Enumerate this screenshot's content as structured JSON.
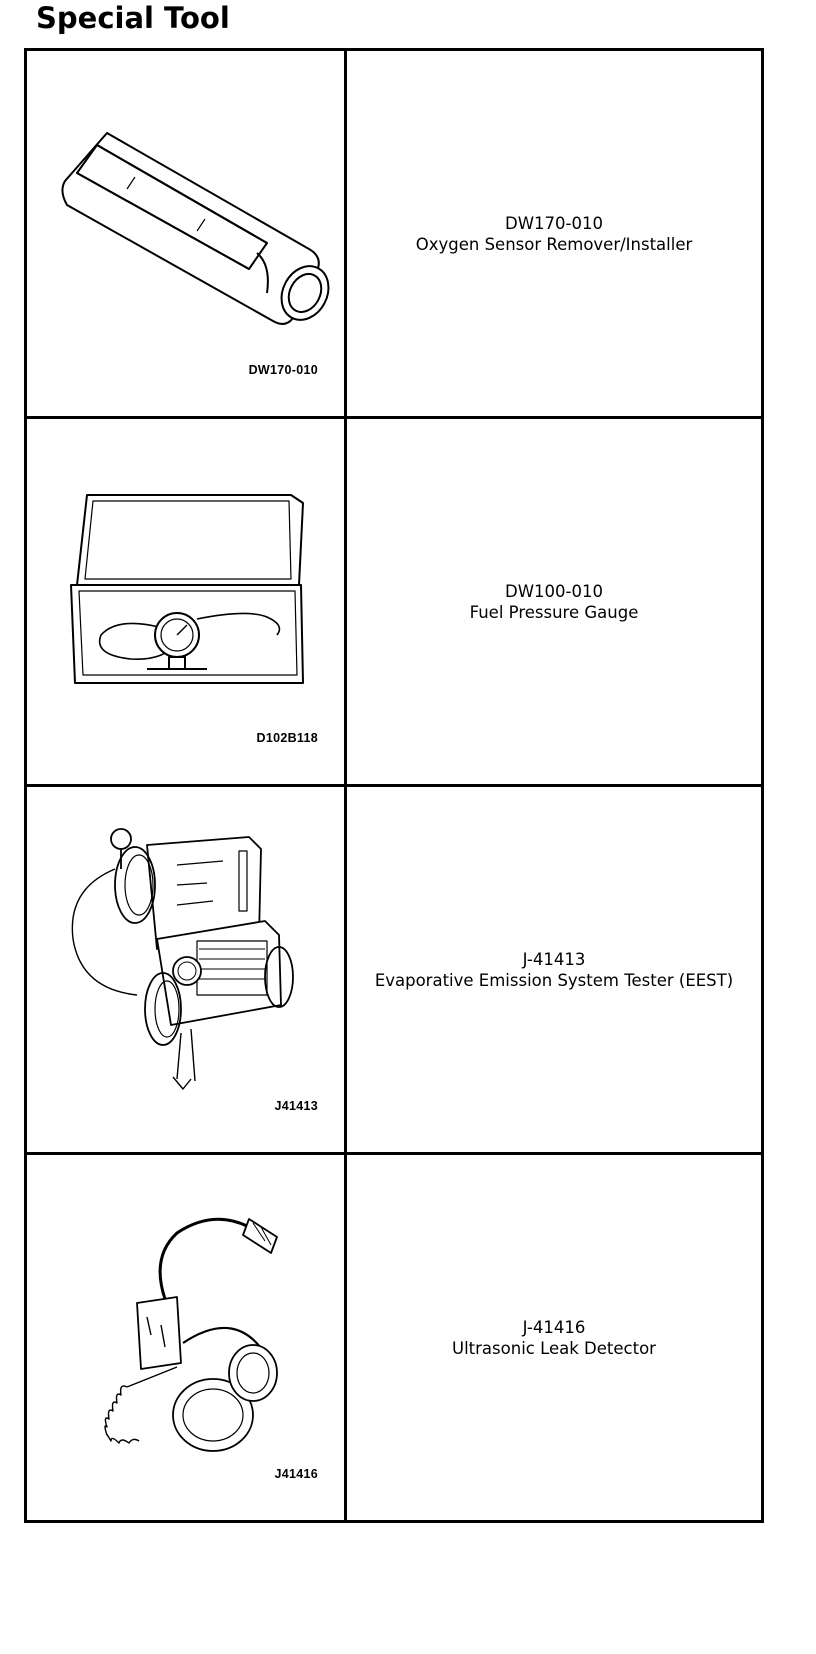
{
  "title": "Special Tool",
  "tools": [
    {
      "figure_code": "DW170-010",
      "part_number": "DW170-010",
      "description": "Oxygen Sensor Remover/Installer",
      "icon": "oxygen-sensor-socket-icon"
    },
    {
      "figure_code": "D102B118",
      "part_number": "DW100-010",
      "description": "Fuel Pressure Gauge",
      "icon": "fuel-pressure-gauge-icon"
    },
    {
      "figure_code": "J41413",
      "part_number": "J-41413",
      "description": "Evaporative Emission System Tester (EEST)",
      "icon": "emission-tester-icon"
    },
    {
      "figure_code": "J41416",
      "part_number": "J-41416",
      "description": "Ultrasonic Leak Detector",
      "icon": "leak-detector-headset-icon"
    }
  ]
}
